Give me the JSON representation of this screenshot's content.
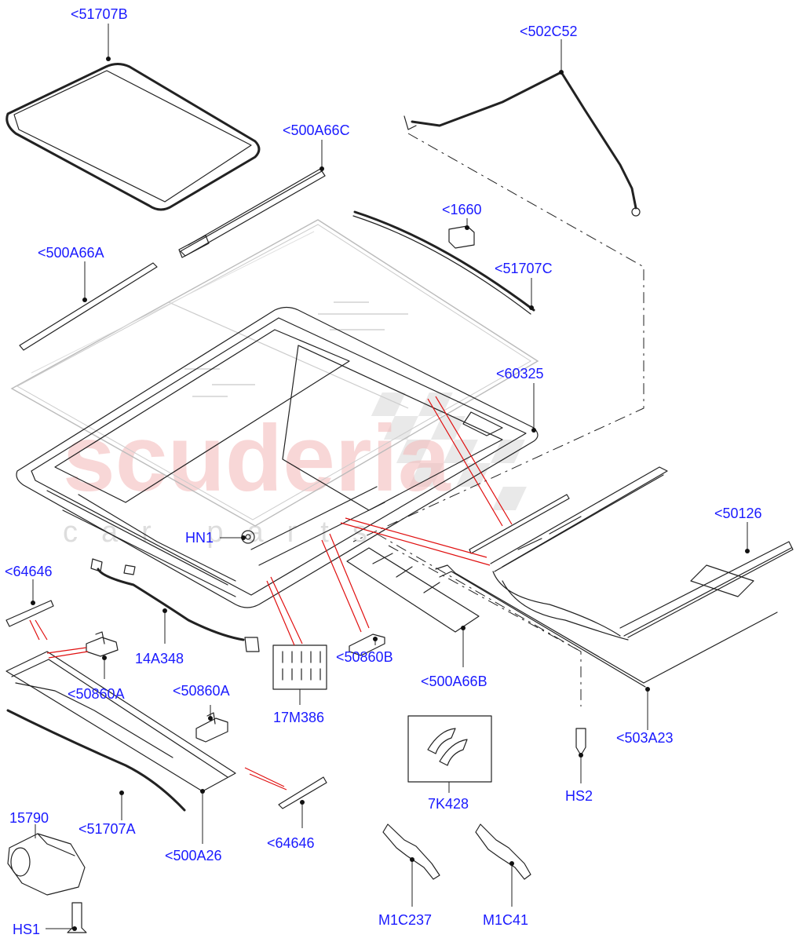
{
  "watermark": {
    "brand": "scuderia",
    "sub": "car parts",
    "color": "#f4b8b8"
  },
  "colors": {
    "label": "#1a1aff",
    "leader": "#222222",
    "redline": "#e01010"
  },
  "labels": {
    "p51707B": "<51707B",
    "p502C52": "<502C52",
    "p500A66C": "<500A66C",
    "p1660": "<1660",
    "p500A66A": "<500A66A",
    "p51707C": "<51707C",
    "p60325": "<60325",
    "p50126": "<50126",
    "pHN1": "HN1",
    "p64646a": "<64646",
    "p14A348": "14A348",
    "p50860Ba": "<50860B",
    "p500A66B": "<500A66B",
    "p50860Aa": "<50860A",
    "p17M386": "17M386",
    "p50860Ab": "<50860A",
    "p503A23": "<503A23",
    "p7K428": "7K428",
    "pHS2": "HS2",
    "p15790": "15790",
    "p51707A": "<51707A",
    "p500A26": "<500A26",
    "p64646b": "<64646",
    "pM1C237": "M1C237",
    "pM1C41": "M1C41",
    "pHS1": "HS1"
  }
}
